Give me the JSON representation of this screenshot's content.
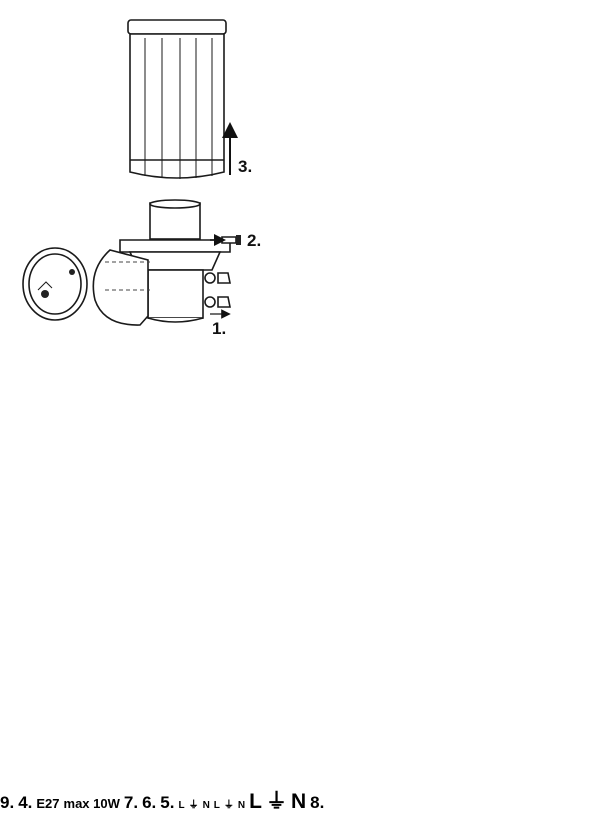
{
  "steps": {
    "s1": "1.",
    "s2": "2.",
    "s3": "3.",
    "s4": "4.",
    "s5": "5.",
    "s6": "6.",
    "s7": "7.",
    "s8": "8.",
    "s9": "9."
  },
  "bulb_spec": {
    "socket": "E27",
    "power": "max 10W"
  },
  "terminal_labels": {
    "left": "L",
    "ground": "⏚",
    "right": "N"
  },
  "cable_labels": [
    "L",
    "⏚",
    "N"
  ]
}
